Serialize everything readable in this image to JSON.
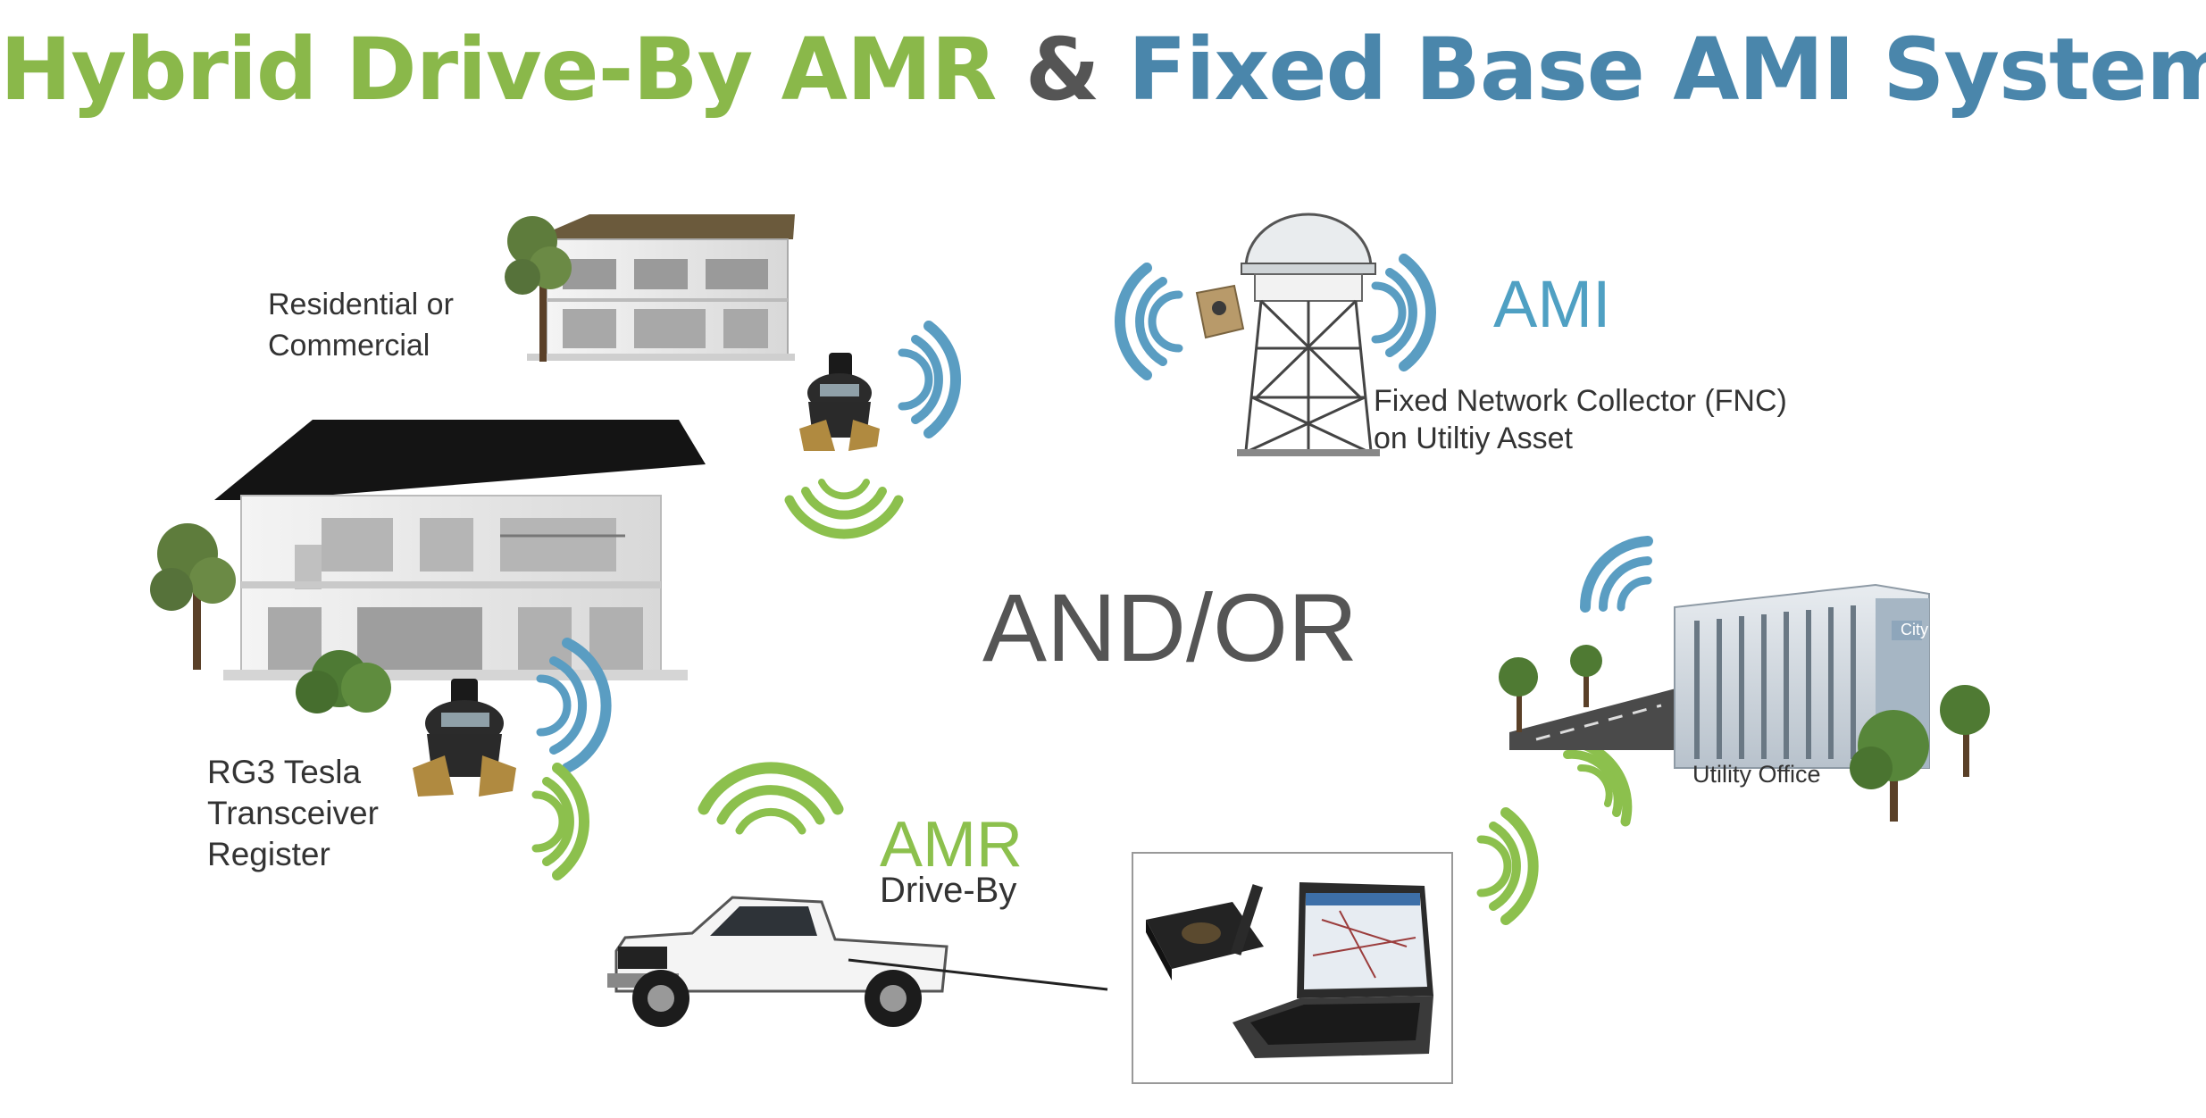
{
  "title": {
    "part1": "Hybrid Drive-By AMR",
    "amp": "&",
    "part2": "Fixed Base AMI Systems"
  },
  "labels": {
    "residential_line1": "Residential or",
    "residential_line2": "Commercial",
    "rg3_line1": "RG3 Tesla",
    "rg3_line2": "Transceiver",
    "rg3_line3": "Register",
    "ami": "AMI",
    "fnc_line1": "Fixed Network Collector (FNC)",
    "fnc_line2": "on Utiltiy Asset",
    "and_or": "AND/OR",
    "amr": "AMR",
    "amr_sub": "Drive-By",
    "utility_office": "Utility Office",
    "building_sign": "City"
  },
  "colors": {
    "title_green": "#8ab84a",
    "title_blue": "#4a86ab",
    "title_amp": "#555555",
    "signal_blue": "#5a9dc2",
    "signal_green": "#8cc04d",
    "ami_label": "#4fa0c3",
    "amr_label": "#8cc04d"
  },
  "icons": [
    "small-house-icon",
    "large-house-icon",
    "water-meter-icon",
    "water-tower-icon",
    "office-building-icon",
    "pickup-truck-icon",
    "laptop-icon",
    "receiver-box-icon",
    "tree-icon",
    "signal-waves-icon"
  ]
}
